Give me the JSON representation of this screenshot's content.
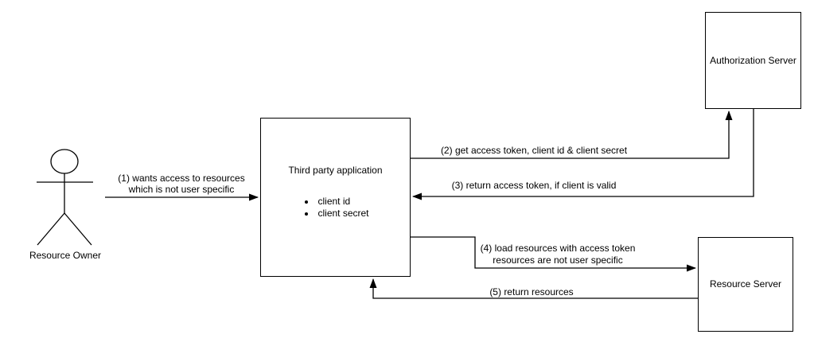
{
  "diagram": {
    "background_color": "#ffffff",
    "stroke_color": "#000000",
    "actor": {
      "label": "Resource Owner"
    },
    "nodes": {
      "third_party_application": {
        "title": "Third party application",
        "bullets": [
          "client id",
          "client secret"
        ]
      },
      "authorization_server": {
        "label": "Authorization Server"
      },
      "resource_server": {
        "label": "Resource Server"
      }
    },
    "flows": {
      "f1": {
        "label": "(1) wants access to resources\nwhich is not user specific"
      },
      "f2": {
        "label": "(2) get access token, client id & client secret"
      },
      "f3": {
        "label": "(3) return access token, if client is valid"
      },
      "f4": {
        "label": "(4) load resources with access token\nresources are not user specific"
      },
      "f5": {
        "label": "(5) return resources"
      }
    }
  }
}
